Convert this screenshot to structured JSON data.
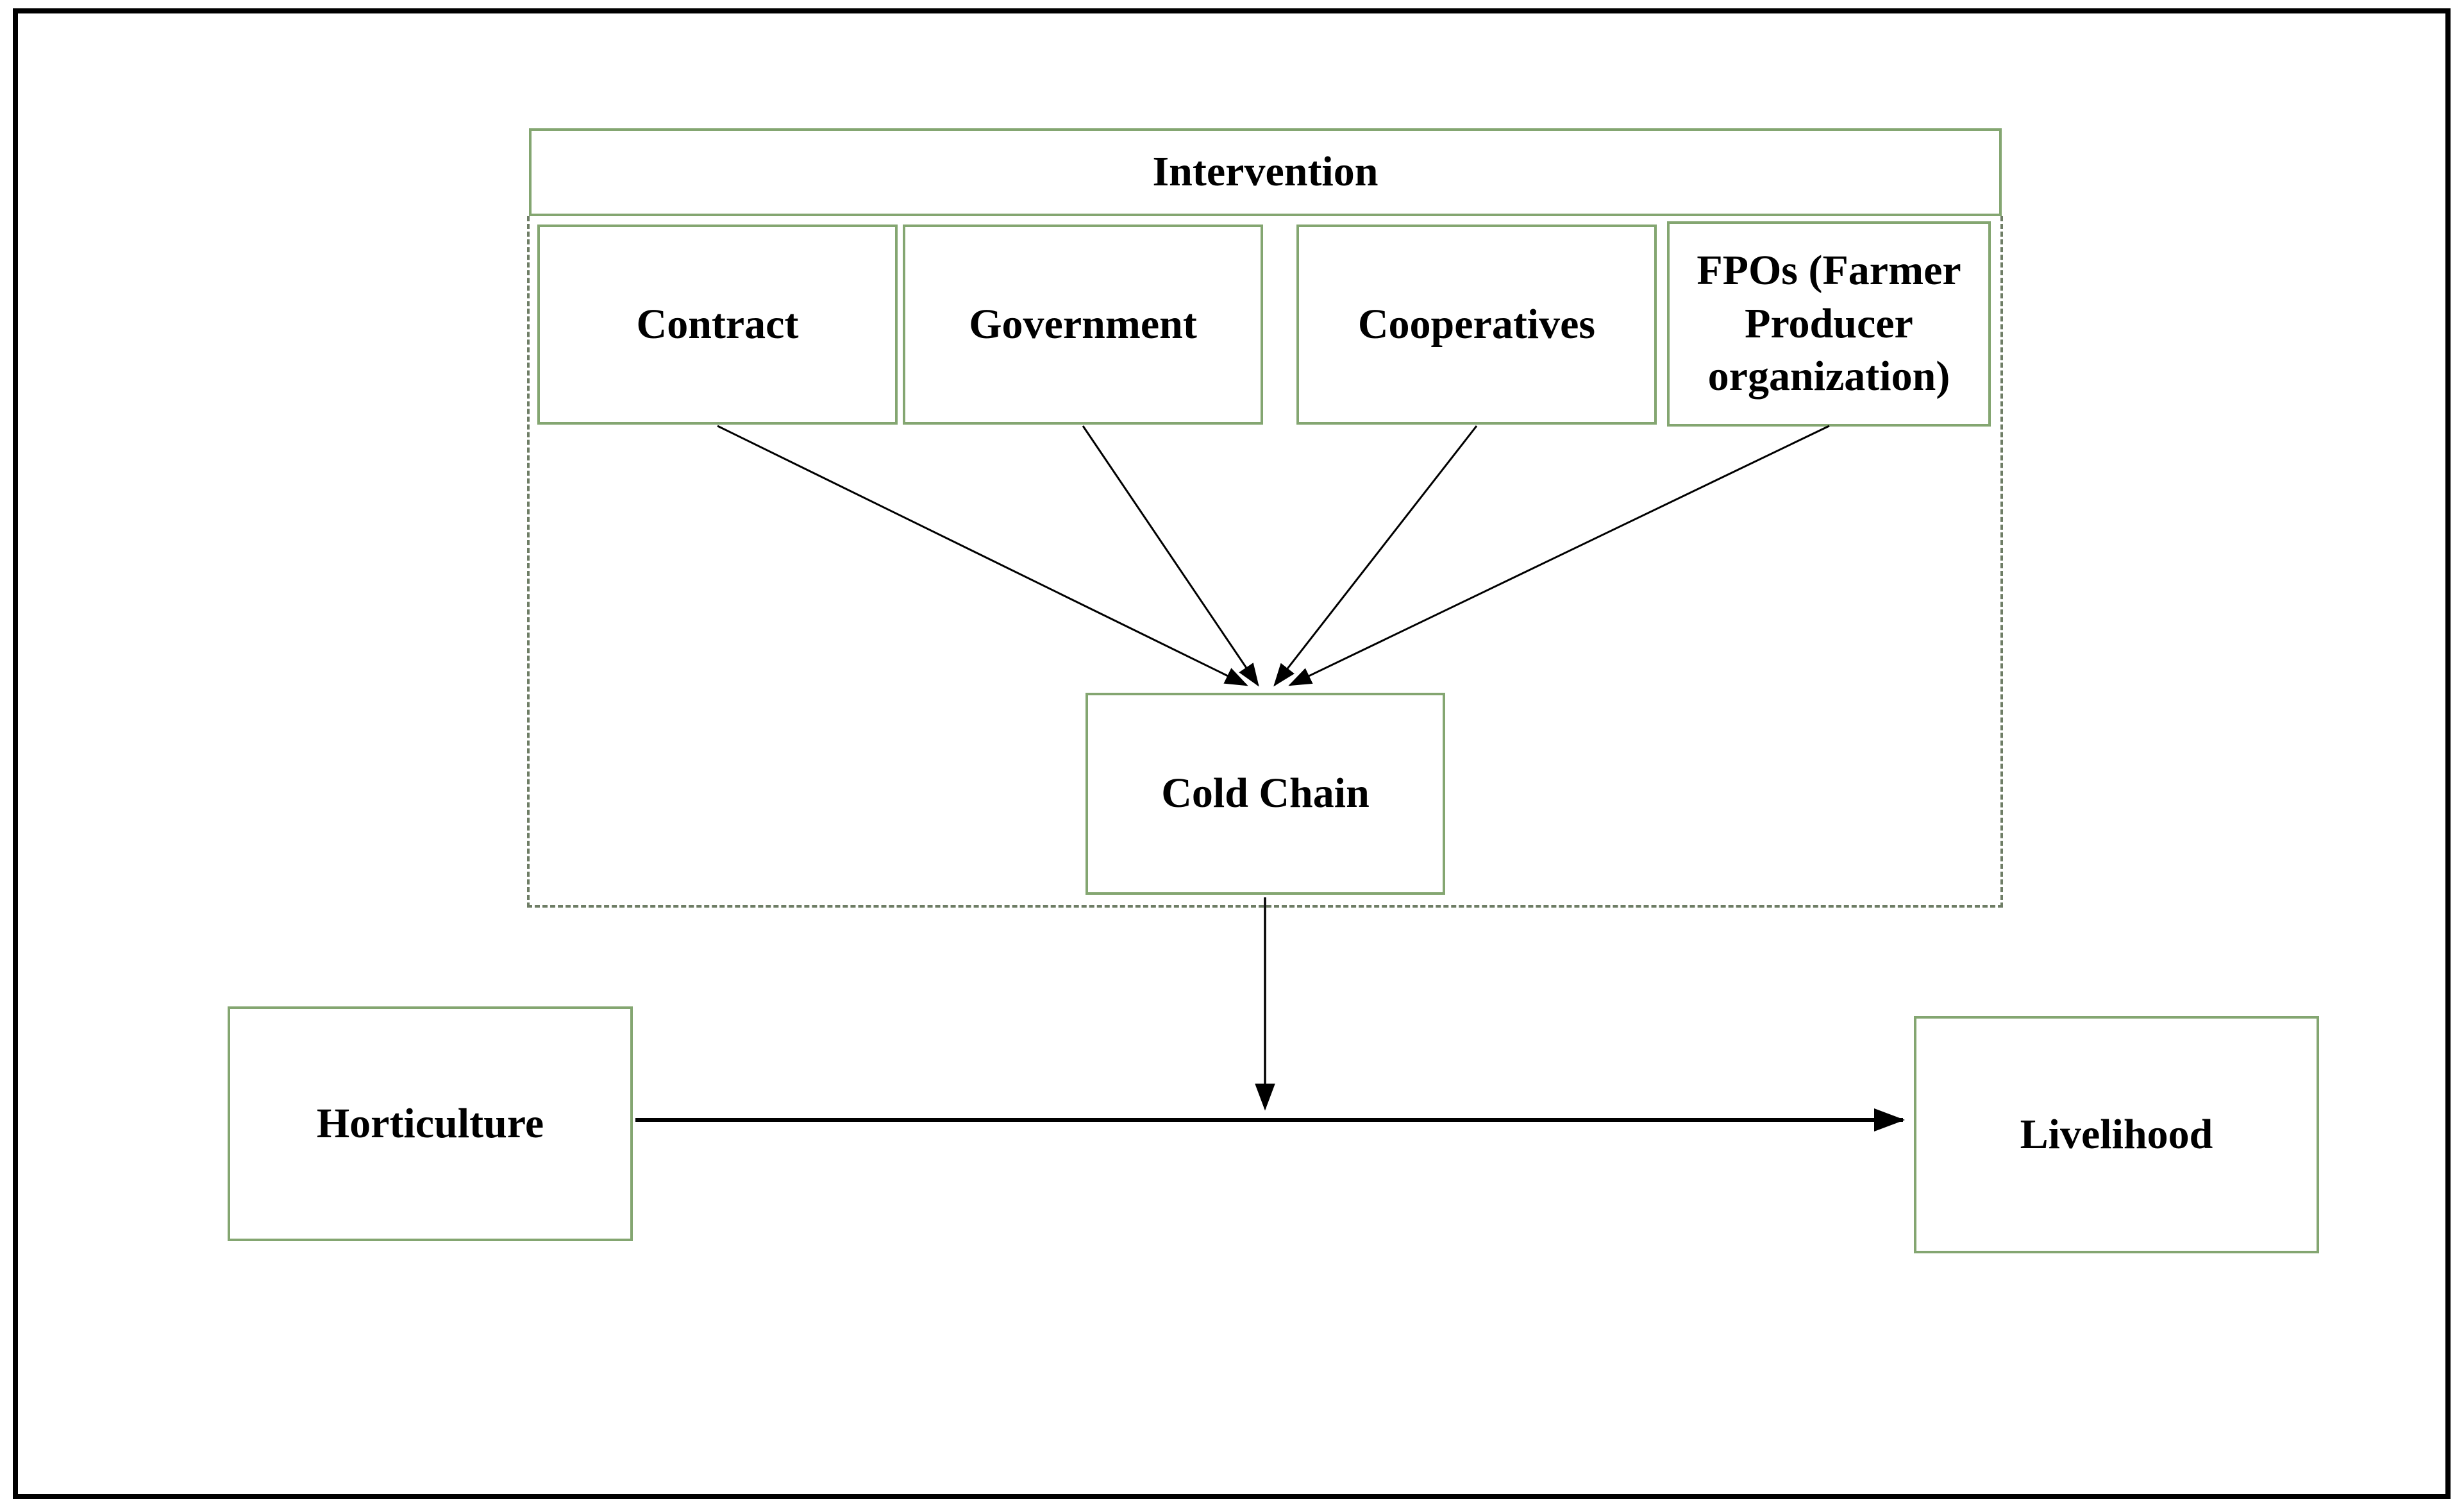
{
  "colors": {
    "box_border": "#84a671",
    "dashed_border": "#6e7d65",
    "arrow": "#000000",
    "frame": "#000000"
  },
  "diagram": {
    "group_label": "Intervention",
    "intervention_types": [
      "Contract",
      "Government",
      "Cooperatives",
      "FPOs (Farmer Producer organization)"
    ],
    "mediator": "Cold Chain",
    "independent_variable": "Horticulture",
    "dependent_variable": "Livelihood"
  }
}
